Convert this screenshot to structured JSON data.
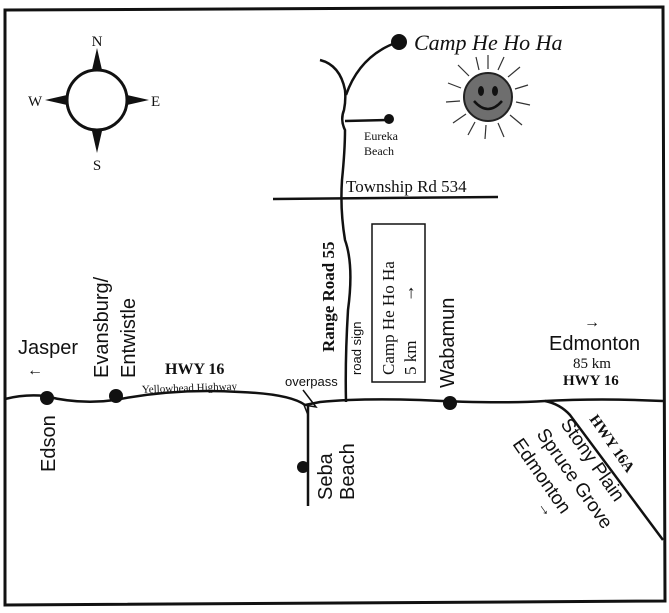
{
  "compass": {
    "n": "N",
    "s": "S",
    "e": "E",
    "w": "W"
  },
  "destination": {
    "label": "Camp He Ho Ha",
    "icon": "sun-smiley-icon"
  },
  "places": {
    "eureka_line1": "Eureka",
    "eureka_line2": "Beach",
    "township_rd": "Township Rd 534",
    "range_road": "Range Road 55",
    "road_sign": "road sign",
    "overpass": "overpass",
    "jasper": "Jasper",
    "jasper_arrow": "←",
    "edson": "Edson",
    "evansburg_line1": "Evansburg/",
    "evansburg_line2": "Entwistle",
    "hwy16_west": "HWY 16",
    "yellowhead": "Yellowhead Highway",
    "seba_line1": "Seba",
    "seba_line2": "Beach",
    "wabamun": "Wabamun",
    "edmonton_arrow": "→",
    "edmonton": "Edmonton",
    "edmonton_km": "85 km",
    "hwy16_east": "HWY 16",
    "hwy16a": "HWY 16A",
    "stony_plain": "Stony Plain",
    "spruce_grove": "Spruce Grove",
    "edmonton_se": "Edmonton",
    "edmonton_se_arrow": "→"
  },
  "sign": {
    "line1": "Camp He Ho Ha",
    "line2": "5 km",
    "arrow": "→"
  },
  "colors": {
    "ink": "#111111",
    "sun": "#6e6e6e",
    "paper": "#ffffff"
  }
}
